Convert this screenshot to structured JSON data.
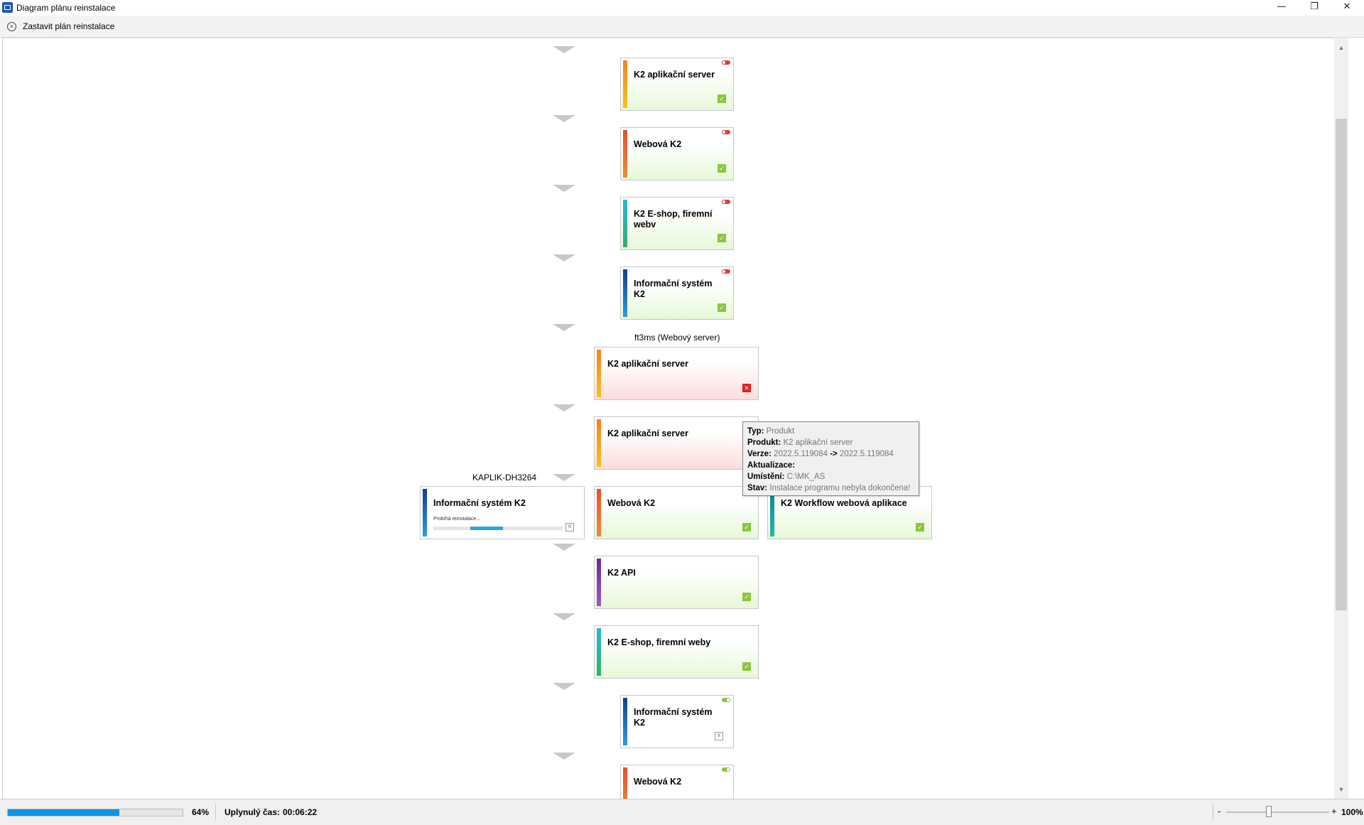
{
  "window": {
    "title": "Diagram plánu reinstalace",
    "minimize": "—",
    "restore": "❐",
    "close": "✕"
  },
  "toolbar": {
    "stop_label": "Zastavit plán reinstalace",
    "stop_icon": "×"
  },
  "groups": {
    "ft3ms": "ft3ms (Webový server)",
    "kaplik": "KAPLIK-DH3264"
  },
  "cards": {
    "c1": {
      "title": "K2 aplikační server",
      "state": "done",
      "toggle": "off"
    },
    "c2": {
      "title": "Webová K2",
      "state": "done",
      "toggle": "off"
    },
    "c3": {
      "title": "K2 E-shop, firemní webv",
      "state": "done",
      "toggle": "off"
    },
    "c4": {
      "title": "Informační systém K2",
      "state": "done",
      "toggle": "off"
    },
    "c5": {
      "title": "K2 aplikační server",
      "state": "error"
    },
    "c6": {
      "title": "K2 aplikační server",
      "state": "error"
    },
    "c7": {
      "title": "Informační systém K2",
      "state": "running",
      "progress_text": "Probíhá reinstalace...",
      "progress": 0.25
    },
    "c8": {
      "title": "Webová K2",
      "state": "done"
    },
    "c9": {
      "title": "K2 Workflow webová aplikace",
      "state": "done"
    },
    "c10": {
      "title": "K2 API",
      "state": "done"
    },
    "c11": {
      "title": "K2 E-shop, firemní weby",
      "state": "done"
    },
    "c12": {
      "title": "Informační systém K2",
      "state": "paused",
      "toggle": "on"
    },
    "c13": {
      "title": "Webová K2",
      "state": "pending",
      "toggle": "on"
    }
  },
  "tooltip": {
    "type_label": "Typ:",
    "type_value": "Produkt",
    "product_label": "Produkt:",
    "product_value": "K2 aplikační server",
    "version_label": "Verze:",
    "version_from": "2022.5.119084",
    "version_arrow": "->",
    "version_to": "2022.5.119084",
    "update_label": "Aktualizace:",
    "location_label": "Umístění:",
    "location_value": "C:\\MK_AS",
    "status_label": "Stav:",
    "status_value": "Instalace programu nebyla dokončena!"
  },
  "statusbar": {
    "progress": 0.64,
    "percent": "64%",
    "elapsed_label": "Uplynulý čas:",
    "elapsed": "00:06:22",
    "zoom_minus": "-",
    "zoom_plus": "+",
    "zoom": "100%"
  },
  "colors": {
    "accent": "#0a96e0",
    "success": "#8cc63f",
    "error": "#e02020"
  }
}
